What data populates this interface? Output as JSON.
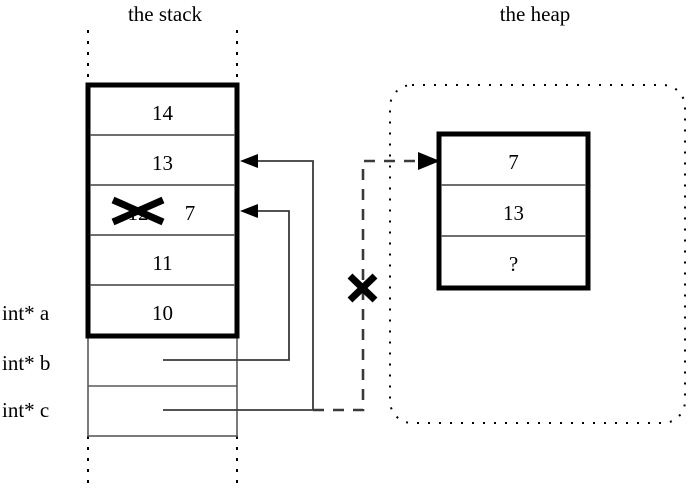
{
  "diagram": {
    "title_stack": "the stack",
    "title_heap": "the heap",
    "stack": {
      "boxed_cells": [
        {
          "value": "14"
        },
        {
          "value": "13"
        },
        {
          "value": "12",
          "struck": true,
          "new_value": "7"
        },
        {
          "value": "11"
        },
        {
          "value": "10"
        }
      ],
      "pointer_labels": [
        {
          "name": "int* a"
        },
        {
          "name": "int* b"
        },
        {
          "name": "int* c"
        }
      ]
    },
    "heap": {
      "region_label": "the heap",
      "cells": [
        {
          "value": "7"
        },
        {
          "value": "13"
        },
        {
          "value": "?"
        }
      ]
    },
    "marks": [
      {
        "name": "struck-value-x",
        "meaning": "12 crossed out, replaced by 7"
      },
      {
        "name": "broken-pointer-x",
        "meaning": "int* c link to heap severed"
      }
    ],
    "colors": {
      "ink": "#000000",
      "background": "#ffffff",
      "thin_rule": "#595959"
    }
  }
}
